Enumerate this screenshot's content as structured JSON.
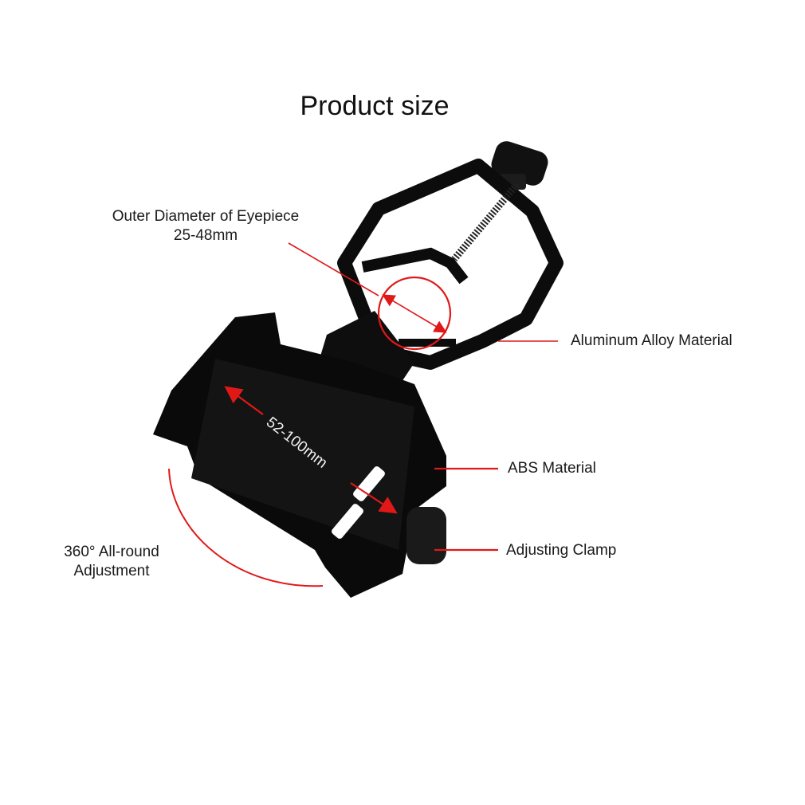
{
  "title": "Product size",
  "labels": {
    "eyepiece": {
      "line1": "Outer Diameter of Eyepiece",
      "line2": "25-48mm"
    },
    "aluminum": "Aluminum Alloy Material",
    "abs": "ABS Material",
    "clamp": "Adjusting Clamp",
    "rotation": {
      "line1": "360° All-round",
      "line2": "Adjustment"
    },
    "phone_width": "52-100mm"
  },
  "colors": {
    "accent": "#e01818",
    "product": "#0c0c0c",
    "text": "#1a1a1a",
    "background": "#ffffff"
  }
}
